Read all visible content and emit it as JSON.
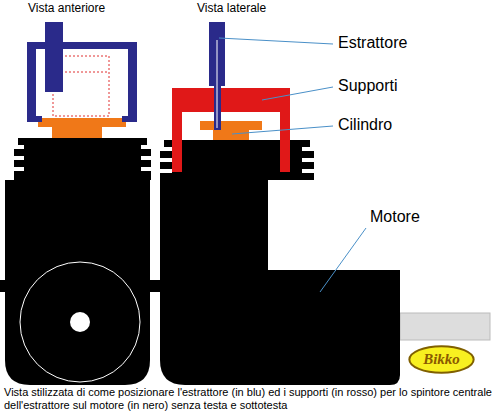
{
  "diagram": {
    "caption": "Vista stilizzata di come posizionare l'estrattore (in blu) ed i supporti (in rosso) per lo spintore centrale dell'estrattore sul motore (in nero) senza testa e sottotesta",
    "nodes": [
      {
        "text": [
          "Bikko"
        ]
      }
    ],
    "labels": [
      "Vista anteriore",
      "Vista laterale",
      "Estrattore",
      "Supporti",
      "Cilindro",
      "Motore"
    ]
  }
}
